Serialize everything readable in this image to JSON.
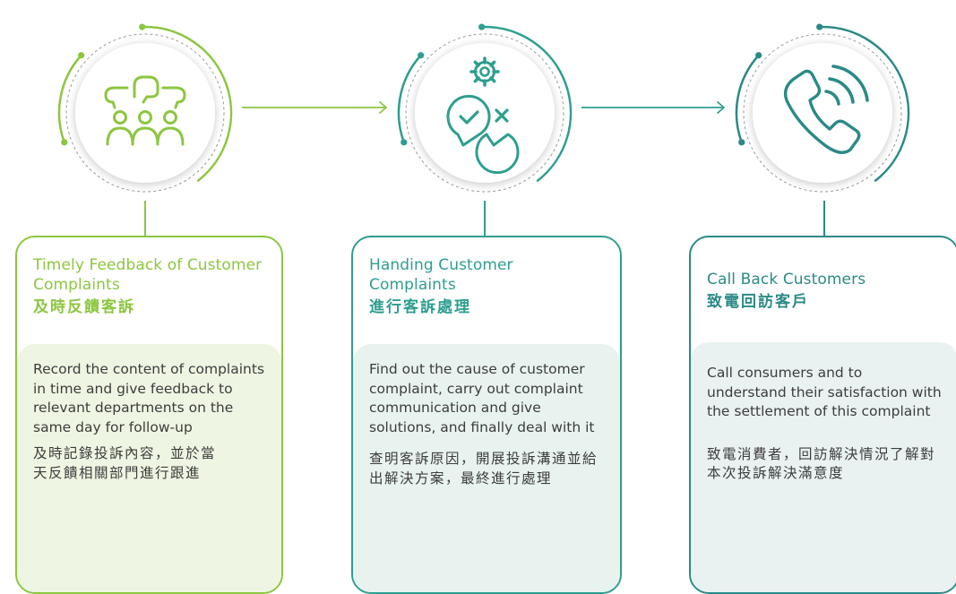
{
  "colors": {
    "step1": "#8cc63f",
    "step2": "#2e9e8f",
    "step3": "#2a8a87",
    "body1": "#eef5e2",
    "body2": "#e8f3f0",
    "body3": "#e9f1f1"
  },
  "steps": [
    {
      "icon": "people-chat-icon",
      "title_en": "Timely Feedback of Customer Complaints",
      "title_zh": "及時反饋客訴",
      "desc_en": "Record the content of complaints in time and give feedback to relevant departments on the same day for follow-up",
      "desc_zh": "及時記錄投訴內容，並於當天反饋相關部門進行跟進"
    },
    {
      "icon": "gear-check-cross-icon",
      "title_en": "Handing Customer Complaints",
      "title_zh": "進行客訴處理",
      "desc_en": "Find out the cause of customer complaint, carry out complaint communication and give solutions, and finally deal with it",
      "desc_zh": "查明客訴原因，開展投訴溝通並給出解決方案，最終進行處理"
    },
    {
      "icon": "phone-call-icon",
      "title_en": "Call Back Customers",
      "title_zh": "致電回訪客戶",
      "desc_en": "Call consumers and to understand their satisfaction with the settlement of this complaint",
      "desc_zh": "致電消費者，回訪解決情況了解對本次投訴解決滿意度"
    }
  ]
}
